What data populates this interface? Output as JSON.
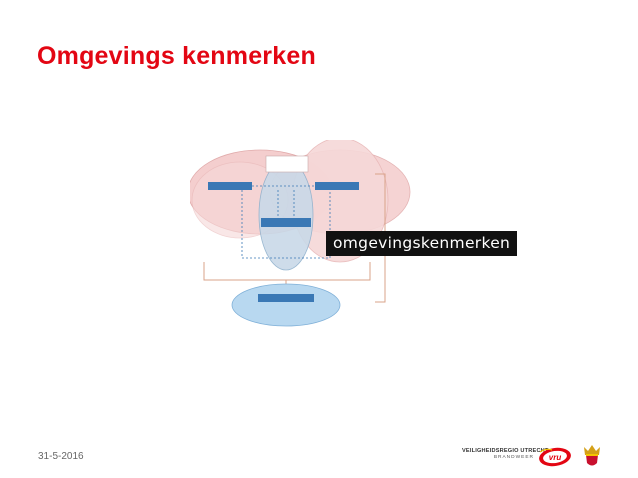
{
  "slide": {
    "title": "Omgevings kenmerken",
    "date": "31-5-2016"
  },
  "diagram": {
    "overlay_label": "omgevingskenmerken",
    "top_box": "",
    "left_box": "",
    "right_box": "",
    "center_box": "",
    "bottom_box": "",
    "left_text": "",
    "right_text": "",
    "center_text": "",
    "bottom_text": ""
  },
  "footer": {
    "org_line1": "VEILIGHEIDSREGIO UTRECHT",
    "org_line2": "BRANDWEER",
    "logo_vru_icon": "vru-logo-icon",
    "crest_icon": "crest-icon"
  },
  "colors": {
    "title": "#e30613",
    "left_ellipse": "#f2c9c9",
    "right_ellipse": "#f2c9c9",
    "center_ellipse": "#c9d9e8",
    "bottom_ellipse": "#b8d8f0",
    "box_blue": "#3a78b5",
    "box_red": "#d9534f",
    "bracket": "#d9a38a"
  }
}
